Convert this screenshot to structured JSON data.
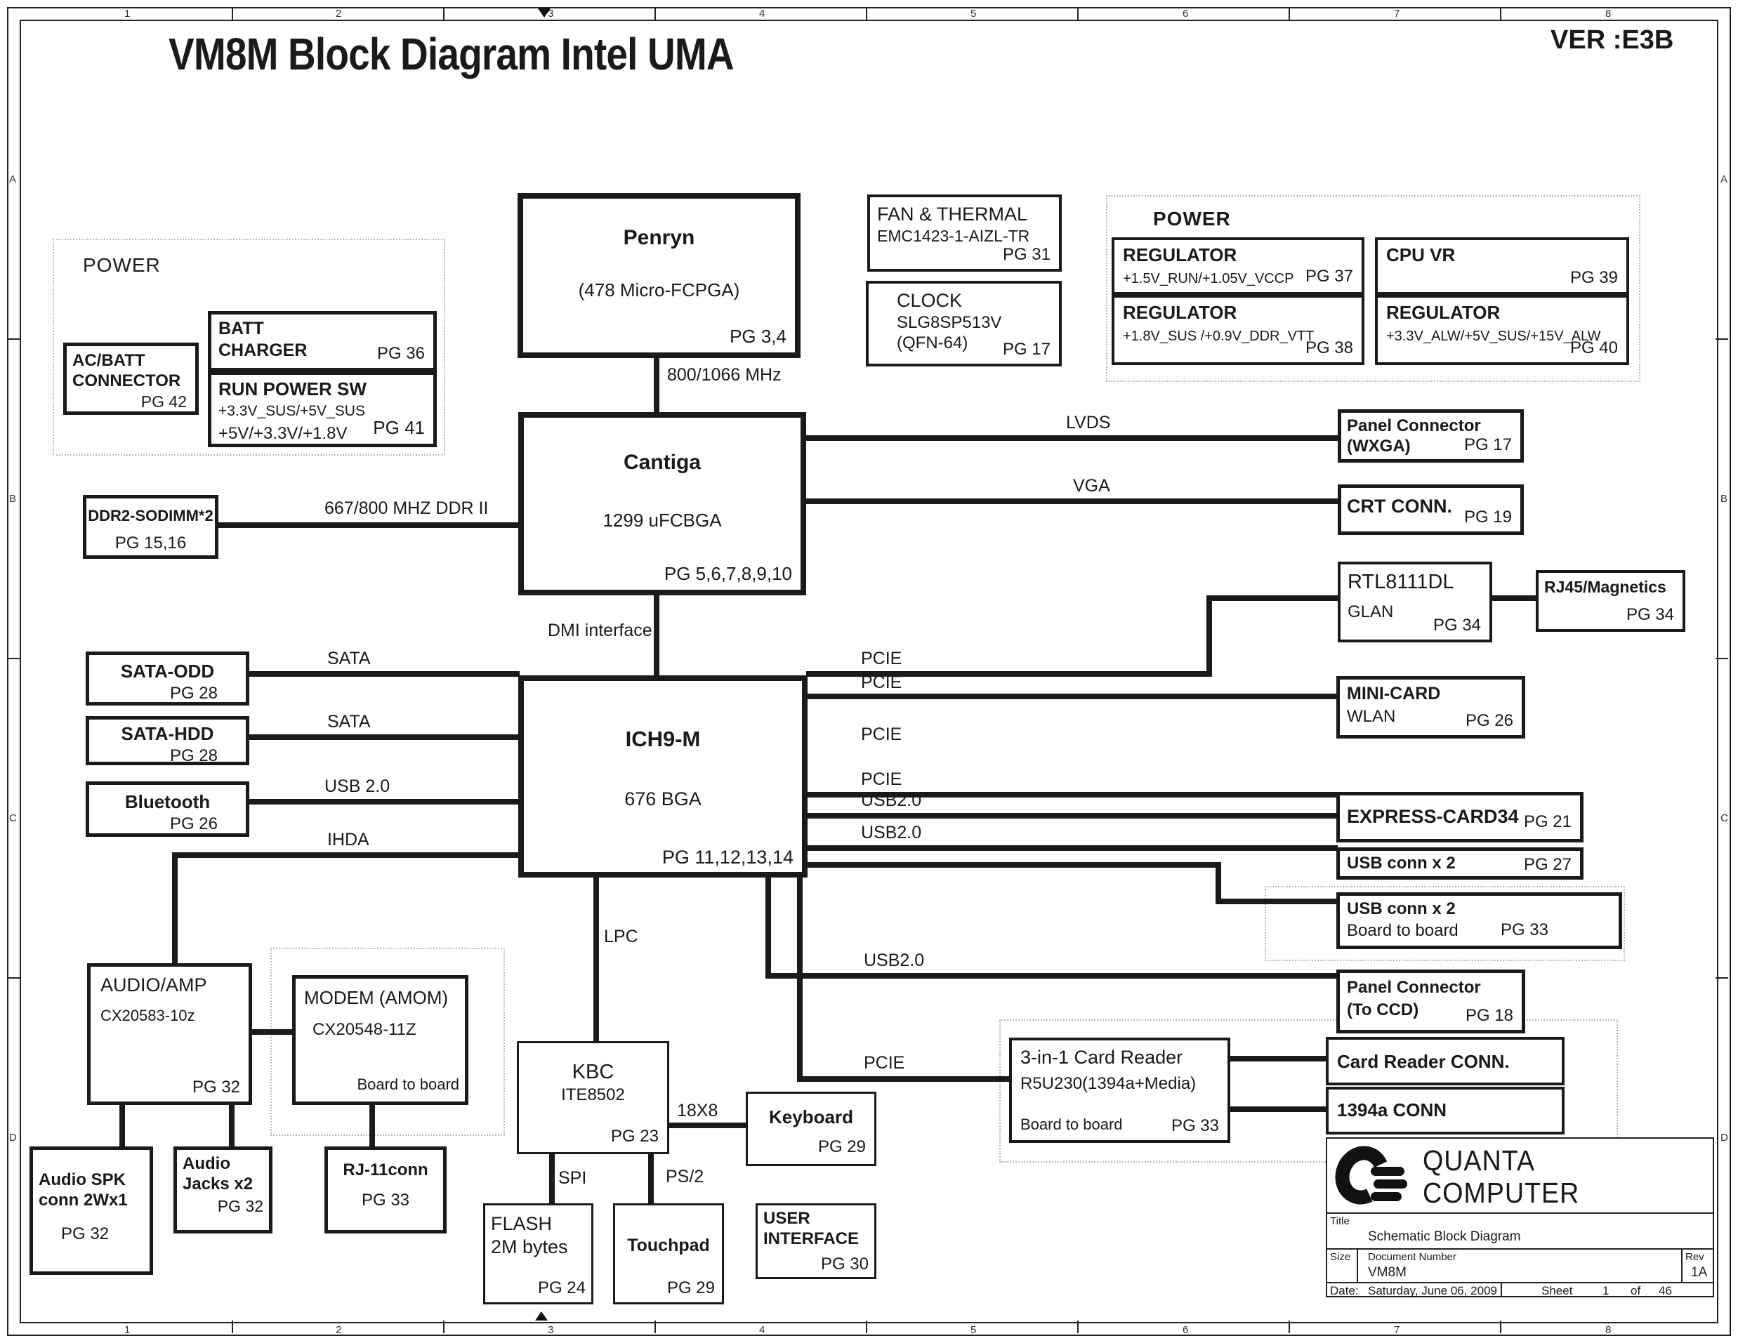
{
  "meta": {
    "title": "VM8M Block Diagram Intel UMA",
    "version": "VER :E3B"
  },
  "ruler": {
    "cols": [
      "1",
      "2",
      "3",
      "4",
      "5",
      "6",
      "7",
      "8"
    ],
    "rows": [
      "A",
      "B",
      "C",
      "D"
    ]
  },
  "groups": {
    "power_left": "POWER",
    "power_right": "POWER"
  },
  "blocks": {
    "ac_batt": {
      "l1": "AC/BATT",
      "l2": "CONNECTOR",
      "pg": "PG 42"
    },
    "batt_charger": {
      "l1": "BATT",
      "l2": "CHARGER",
      "pg": "PG 36"
    },
    "run_power_sw": {
      "l1": "RUN POWER SW",
      "l2": "+3.3V_SUS/+5V_SUS",
      "l3": "+5V/+3.3V/+1.8V",
      "pg": "PG 41"
    },
    "penryn": {
      "l1": "Penryn",
      "l2": "(478 Micro-FCPGA)",
      "pg": "PG 3,4"
    },
    "fan_thermal": {
      "l1": "FAN & THERMAL",
      "l2": "EMC1423-1-AIZL-TR",
      "pg": "PG 31"
    },
    "clock": {
      "l1": "CLOCK",
      "l2": "SLG8SP513V",
      "l3": "(QFN-64)",
      "pg": "PG 17"
    },
    "reg_37": {
      "l1": "REGULATOR",
      "l2": "+1.5V_RUN/+1.05V_VCCP",
      "pg": "PG 37"
    },
    "cpu_vr": {
      "l1": "CPU VR",
      "pg": "PG 39"
    },
    "reg_38": {
      "l1": "REGULATOR",
      "l2": "+1.8V_SUS /+0.9V_DDR_VTT",
      "pg": "PG 38"
    },
    "reg_40": {
      "l1": "REGULATOR",
      "l2": "+3.3V_ALW/+5V_SUS/+15V_ALW",
      "pg": "PG 40"
    },
    "cantiga": {
      "l1": "Cantiga",
      "l2": "1299 uFCBGA",
      "pg": "PG 5,6,7,8,9,10"
    },
    "ddr2": {
      "l1": "DDR2-SODIMM*2",
      "pg": "PG 15,16"
    },
    "panel_wxga": {
      "l1": "Panel Connector",
      "l2": "(WXGA)",
      "pg": "PG 17"
    },
    "crt": {
      "l1": "CRT CONN.",
      "pg": "PG 19"
    },
    "rtl8111": {
      "l1": "RTL8111DL",
      "l2": "GLAN",
      "pg": "PG 34"
    },
    "rj45": {
      "l1": "RJ45/Magnetics",
      "pg": "PG 34"
    },
    "sata_odd": {
      "l1": "SATA-ODD",
      "pg": "PG 28"
    },
    "sata_hdd": {
      "l1": "SATA-HDD",
      "pg": "PG 28"
    },
    "bluetooth": {
      "l1": "Bluetooth",
      "pg": "PG 26"
    },
    "ich9m": {
      "l1": "ICH9-M",
      "l2": "676 BGA",
      "pg": "PG 11,12,13,14"
    },
    "mini_card": {
      "l1": "MINI-CARD",
      "l2": "WLAN",
      "pg": "PG 26"
    },
    "express_card": {
      "l1": "EXPRESS-CARD34",
      "pg": "PG 21"
    },
    "usb_conn_27": {
      "l1": "USB conn x 2",
      "pg": "PG 27"
    },
    "usb_conn_33": {
      "l1": "USB conn x 2",
      "l2": "Board to board",
      "pg": "PG 33"
    },
    "panel_ccd": {
      "l1": "Panel Connector",
      "l2": "(To CCD)",
      "pg": "PG 18"
    },
    "audio_amp": {
      "l1": "AUDIO/AMP",
      "l2": "CX20583-10z",
      "pg": "PG 32"
    },
    "modem": {
      "l1": "MODEM (AMOM)",
      "l2": "CX20548-11Z",
      "l3": "Board to board"
    },
    "audio_spk": {
      "l1": "Audio  SPK",
      "l2": "conn 2Wx1",
      "pg": "PG 32"
    },
    "audio_jacks": {
      "l1": "Audio",
      "l2": "Jacks x2",
      "pg": "PG 32"
    },
    "rj11": {
      "l1": "RJ-11conn",
      "pg": "PG 33"
    },
    "kbc": {
      "l1": "KBC",
      "l2": "ITE8502",
      "pg": "PG 23"
    },
    "keyboard": {
      "l1": "Keyboard",
      "pg": "PG 29"
    },
    "flash": {
      "l1": "FLASH",
      "l2": "2M bytes",
      "pg": "PG 24"
    },
    "touchpad": {
      "l1": "Touchpad",
      "pg": "PG 29"
    },
    "user_interface": {
      "l1": "USER",
      "l2": "INTERFACE",
      "pg": "PG 30"
    },
    "card_reader": {
      "l1": "3-in-1 Card Reader",
      "l2": "R5U230(1394a+Media)",
      "l3": "Board to board",
      "pg": "PG 33"
    },
    "card_reader_conn": {
      "l1": "Card Reader CONN."
    },
    "conn_1394": {
      "l1": "1394a CONN"
    }
  },
  "nets": {
    "fsb": "800/1066 MHz",
    "ddr": "667/800 MHZ DDR II",
    "lvds": "LVDS",
    "vga": "VGA",
    "dmi": "DMI interface",
    "sata_odd": "SATA",
    "sata_hdd": "SATA",
    "usb_bt": "USB 2.0",
    "ihda": "IHDA",
    "pcie_glan": "PCIE",
    "pcie_mini": "PCIE",
    "pcie_3": "PCIE",
    "pcie_exp": "PCIE",
    "usb_exp": "USB2.0",
    "usb_conn": "USB2.0",
    "usb_ccd": "USB2.0",
    "pcie_cr": "PCIE",
    "lpc": "LPC",
    "kbd_matrix": "18X8",
    "spi": "SPI",
    "ps2": "PS/2"
  },
  "titleblock": {
    "company1": "QUANTA",
    "company2": "COMPUTER",
    "title_label": "Title",
    "title": "Schematic Block Diagram",
    "size_label": "Size",
    "docnum_label": "Document Number",
    "docnum": "VM8M",
    "rev_label": "Rev",
    "rev": "1A",
    "date_label": "Date:",
    "date": "Saturday, June 06, 2009",
    "sheet_label": "Sheet",
    "sheet_no": "1",
    "of_label": "of",
    "sheet_total": "46"
  }
}
